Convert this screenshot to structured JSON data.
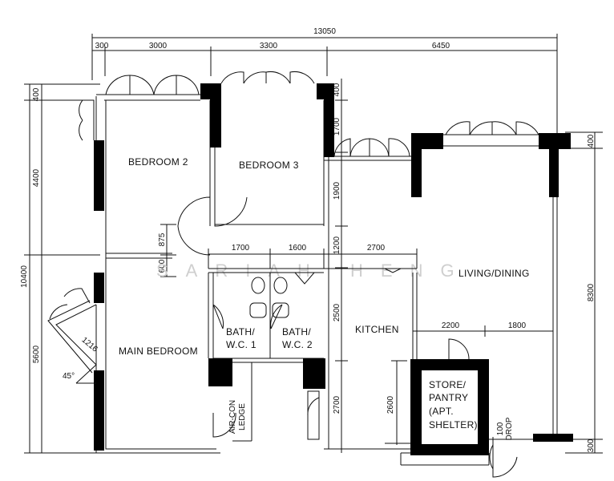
{
  "rooms": {
    "bedroom2": "BEDROOM 2",
    "bedroom3": "BEDROOM 3",
    "main_bedroom": "MAIN BEDROOM",
    "living_dining": "LIVING/DINING",
    "kitchen": "KITCHEN",
    "bath1_line1": "BATH/",
    "bath1_line2": "W.C. 1",
    "bath2_line1": "BATH/",
    "bath2_line2": "W.C. 2",
    "store_line1": "STORE/",
    "store_line2": "PANTRY",
    "store_line3": "(APT.",
    "store_line4": "SHELTER)",
    "aircon_line1": "AIR-CON",
    "aircon_line2": "LEDGE",
    "drop_line1": "100",
    "drop_line2": "DROP"
  },
  "dims": {
    "total_width": "13050",
    "top_300": "300",
    "top_3000": "3000",
    "top_3300": "3300",
    "top_6450": "6450",
    "left_400": "400",
    "left_4400": "4400",
    "left_10400": "10400",
    "left_5600": "5600",
    "mid_875": "875",
    "mid_600": "600",
    "angle_45": "45°",
    "diag_1216": "1216",
    "inner_1700a": "1700",
    "inner_1600": "1600",
    "inner_2700": "2700",
    "v_400": "400",
    "v_1700": "1700",
    "v_1900": "1900",
    "v_1200": "1200",
    "v_2500": "2500",
    "v_2700": "2700",
    "v_2600": "2600",
    "h_2200": "2200",
    "h_1800": "1800",
    "right_400": "400",
    "right_8300": "8300",
    "right_300": "300"
  },
  "watermark": "SARIAH HENG"
}
